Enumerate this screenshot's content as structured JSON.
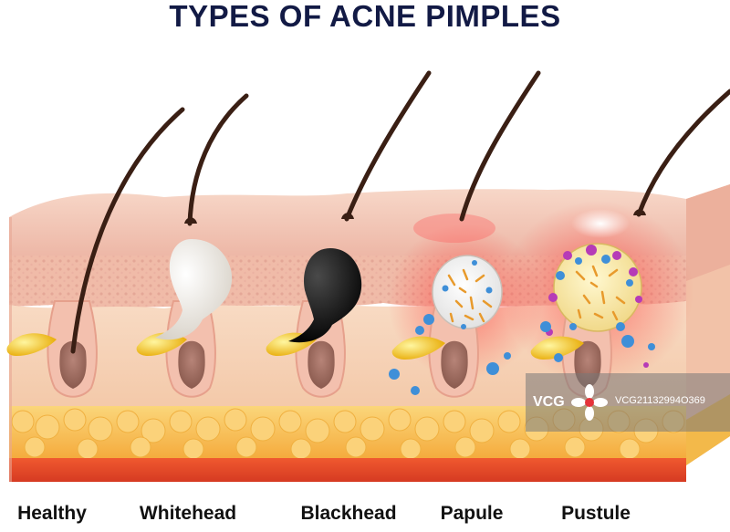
{
  "title": "TYPES OF ACNE PIMPLES",
  "labels": {
    "healthy": "Healthy",
    "whitehead": "Whitehead",
    "blackhead": "Blackhead",
    "papule": "Papule",
    "pustule": "Pustule"
  },
  "watermark": {
    "logo": "VCG",
    "id": "VCG21132994O369"
  },
  "colors": {
    "title": "#121a45",
    "skin_top": "#f0b9a8",
    "dermis": "#f6cfb4",
    "fat": "#f7c04a",
    "muscle": "#e8452b",
    "sebum": "#f4c20d",
    "hair": "#3a1f14",
    "blackhead": "#111111",
    "bacteria_blue": "#3f8fd8",
    "bacteria_purple": "#b63bb7",
    "inflammation": "#ff3b3b"
  },
  "icons": {
    "watermark": "flower-logo-icon"
  }
}
